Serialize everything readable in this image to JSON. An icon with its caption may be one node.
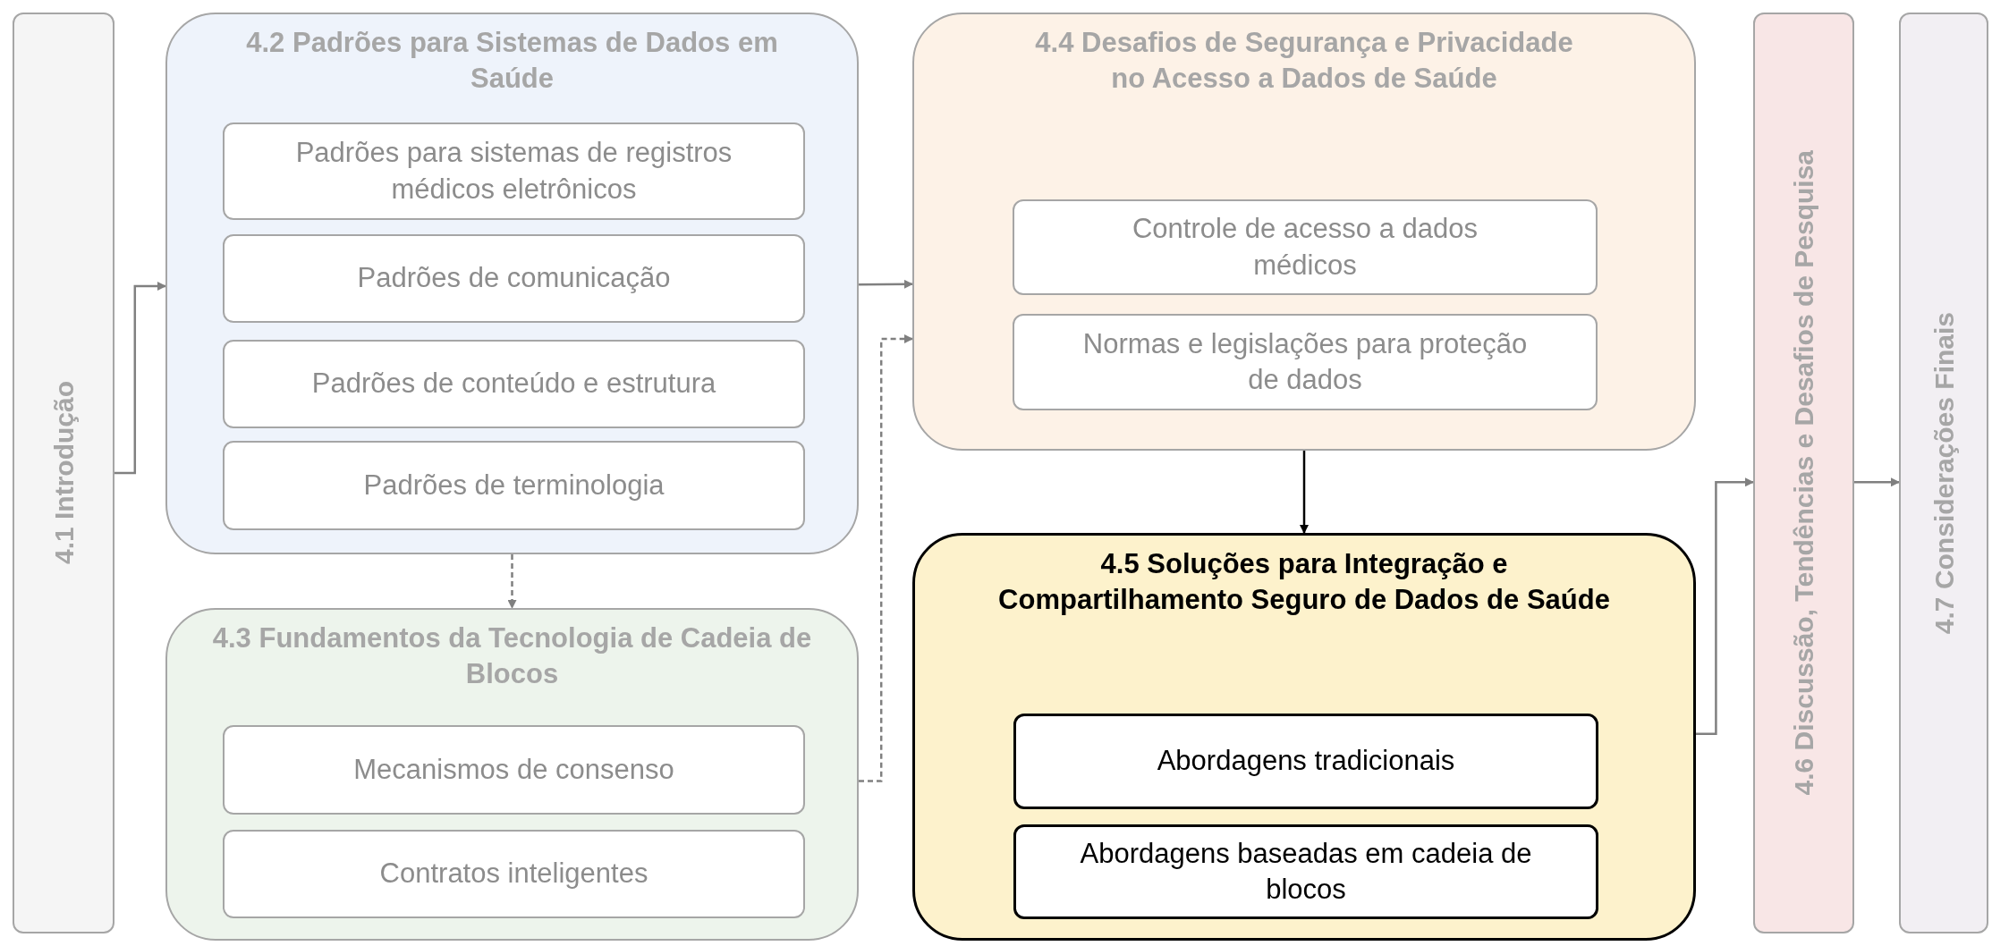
{
  "diagram": {
    "nodes": [
      {
        "text": [
          "4.1 Introdução"
        ]
      },
      {
        "text": [
          "4.2 Padrões para Sistemas de Dados em Saúde"
        ]
      },
      {
        "text": [
          "Padrões para sistemas de registros médicos eletrônicos"
        ],
        "in": 1
      },
      {
        "text": [
          "Padrões de comunicação"
        ],
        "in": 1
      },
      {
        "text": [
          "Padrões de conteúdo e estrutura"
        ],
        "in": 1
      },
      {
        "text": [
          "Padrões de terminologia"
        ],
        "in": 1
      },
      {
        "text": [
          "4.3 Fundamentos da Tecnologia de Cadeia de Blocos"
        ]
      },
      {
        "text": [
          "Mecanismos de consenso"
        ],
        "in": 6
      },
      {
        "text": [
          "Contratos inteligentes"
        ],
        "in": 6
      },
      {
        "text": [
          "4.4 Desafios de Segurança e Privacidade no Acesso a Dados de Saúde"
        ]
      },
      {
        "text": [
          "Controle de acesso a dados médicos"
        ],
        "in": 9
      },
      {
        "text": [
          "Normas e legislações para proteção de dados"
        ],
        "in": 9
      },
      {
        "text": [
          "4.5 Soluções para Integração e Compartilhamento Seguro de Dados de Saúde"
        ]
      },
      {
        "text": [
          "Abordagens tradicionais"
        ],
        "in": 12
      },
      {
        "text": [
          "Abordagens baseadas em cadeia de blocos"
        ],
        "in": 12
      },
      {
        "text": [
          "4.6 Discussão, Tendências e Desafios de Pesquisa"
        ]
      },
      {
        "text": [
          "4.7 Considerações Finais"
        ]
      }
    ],
    "edges": [
      {
        "from": 0,
        "to": 1,
        "arrow": "to"
      },
      {
        "from": 1,
        "to": 6,
        "arrow": "to",
        "style": "dashed"
      },
      {
        "from": 1,
        "to": 9,
        "arrow": "to"
      },
      {
        "from": 6,
        "to": 9,
        "arrow": "to",
        "style": "dashed"
      },
      {
        "from": 9,
        "to": 12,
        "arrow": "to",
        "color": "#000000"
      },
      {
        "from": 12,
        "to": 15,
        "arrow": "to"
      },
      {
        "from": 15,
        "to": 16,
        "arrow": "to"
      }
    ]
  }
}
